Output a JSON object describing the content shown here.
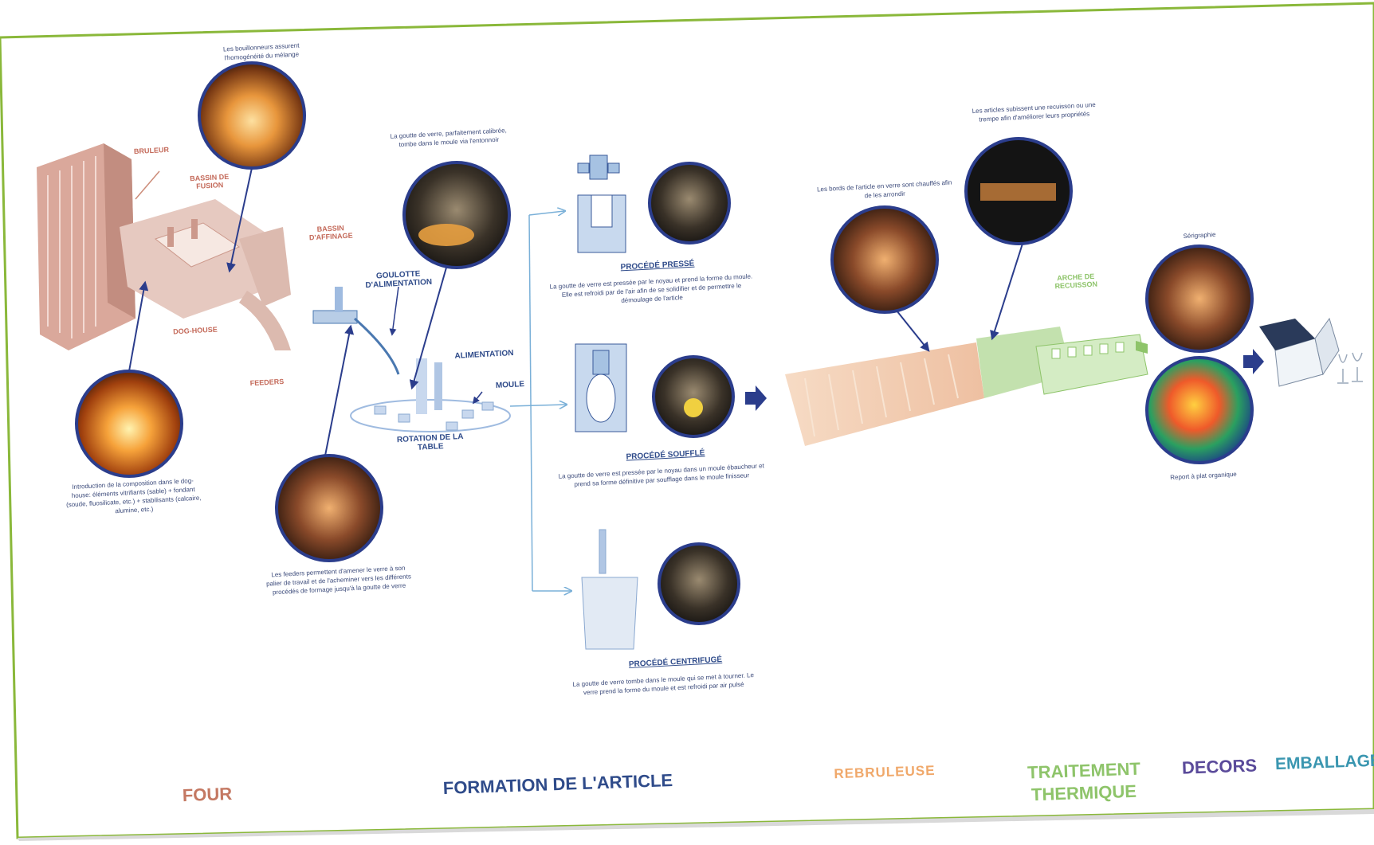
{
  "colors": {
    "frame": "#8ab83a",
    "four": "#c47862",
    "formation": "#2f4b8a",
    "decoration": "#f0a86a",
    "traitement": "#8ec46a",
    "decors": "#5a4a9a",
    "emballage": "#3a96b0",
    "arrow": "#2b3d8c"
  },
  "icons": [
    "furnace-illustration",
    "feeder-illustration",
    "mould-press-icon",
    "mould-blow-icon",
    "mould-centrifuge-icon",
    "lehr-illustration",
    "packaging-box-icon",
    "wine-glass-icon"
  ],
  "four": {
    "label_bruleur": "BRULEUR",
    "label_bassin_fusion": "BASSIN DE FUSION",
    "label_bassin_affinage": "BASSIN D'AFFINAGE",
    "label_dog_house": "DOG-HOUSE",
    "label_feeders": "FEEDERS",
    "note_bouillonneurs": "Les bouillonneurs assurent l'homogénéité du mélange",
    "note_introduction": "Introduction de la composition dans le dog-house: éléments vitrifiants (sable) + fondant (soude, fluosilicate, etc.) + stabilisants (calcaire, alumine, etc.)",
    "note_feeders": "Les feeders permettent d'amener le verre à son palier de travail et de l'acheminer vers les différents procédés de formage jusqu'à la goutte de verre"
  },
  "formation": {
    "label_goulotte": "GOULOTTE D'ALIMENTATION",
    "label_alimentation": "ALIMENTATION",
    "label_moule": "MOULE",
    "label_rotation": "ROTATION DE LA TABLE",
    "note_goutte": "La goutte de verre, parfaitement calibrée, tombe dans le moule via l'entonnoir",
    "presse_title": "PROCÉDÉ PRESSÉ",
    "presse_desc": "La goutte de verre est pressée par le noyau et prend la forme du moule. Elle est refroidi par de l'air afin de se solidifier et de permettre le démoulage de l'article",
    "souffle_title": "PROCÉDÉ SOUFFLÉ",
    "souffle_desc": "La goutte de verre est pressée par le noyau dans un moule ébaucheur et prend sa forme définitive par soufflage dans le moule finisseur",
    "centrifuge_title": "PROCÉDÉ CENTRIFUGÉ",
    "centrifuge_desc": "La goutte de verre tombe dans le moule qui se met à tourner. Le verre prend la forme du moule et est refroidi par air pulsé"
  },
  "finishing": {
    "note_bords": "Les bords de l'article en verre sont chauffés afin de les arrondir",
    "note_recuisson": "Les articles subissent une recuisson ou une trempe afin d'améliorer leurs propriétés",
    "label_arche": "ARCHE DE RECUISSON"
  },
  "decors": {
    "label_serigraphie": "Sérigraphie",
    "label_report": "Report à plat organique"
  },
  "sections": {
    "four": "FOUR",
    "formation": "FORMATION DE L'ARTICLE",
    "rebrulage": "REBRULEUSE",
    "traitement_1": "TRAITEMENT",
    "traitement_2": "THERMIQUE",
    "decors": "DECORS",
    "emballage": "EMBALLAGE"
  }
}
